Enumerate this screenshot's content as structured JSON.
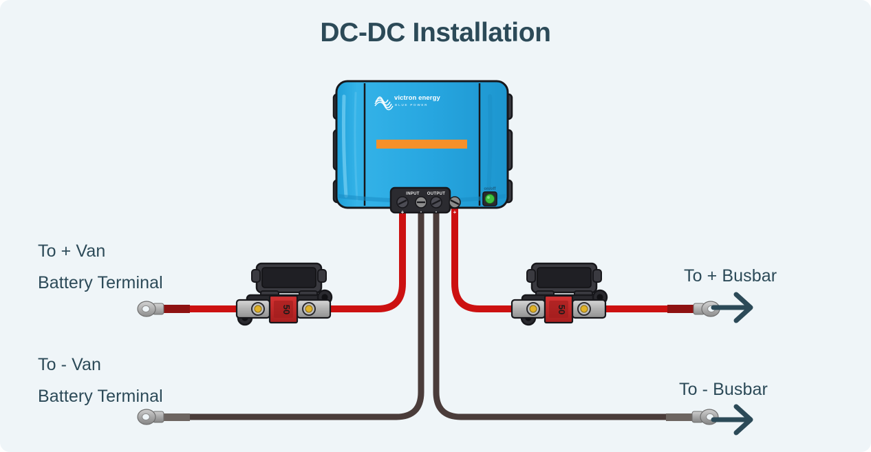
{
  "page": {
    "title": "DC-DC Installation",
    "background_color": "#eff5f8",
    "text_color": "#2c4a58"
  },
  "device": {
    "name": "victron-dc-dc-converter",
    "brand": "victron energy",
    "brand_sub": "BLUE POWER",
    "body_color": "#29a8e0",
    "accent_stripe_color": "#f5902a",
    "bracket_color": "#3b3b42",
    "indicator": {
      "label": "on/off",
      "led_color": "#3fc03f"
    },
    "terminal_block": {
      "input_label": "INPUT",
      "output_label": "OUTPUT",
      "terminals": [
        "+",
        "-",
        "-",
        "+"
      ]
    }
  },
  "fuses": [
    {
      "name": "fuse-holder-left",
      "rating": "50",
      "fuse_color": "#c62a2a",
      "housing_color": "#2e2e33"
    },
    {
      "name": "fuse-holder-right",
      "rating": "50",
      "fuse_color": "#c62a2a",
      "housing_color": "#2e2e33"
    }
  ],
  "labels": {
    "pos_van_line1": "To + Van",
    "pos_van_line2": "Battery Terminal",
    "neg_van_line1": "To - Van",
    "neg_van_line2": "Battery Terminal",
    "pos_busbar": "To + Busbar",
    "neg_busbar": "To - Busbar"
  },
  "cables": {
    "positive_color": "#cc1111",
    "negative_color": "#4a3c3a",
    "positive_lug_shrink": "#8e1212",
    "negative_lug_shrink": "#6d6561",
    "lug_metal": "#b7b7b7"
  },
  "arrows": [
    {
      "name": "arrow-to-positive-busbar",
      "direction": "right"
    },
    {
      "name": "arrow-to-negative-busbar",
      "direction": "right"
    }
  ]
}
